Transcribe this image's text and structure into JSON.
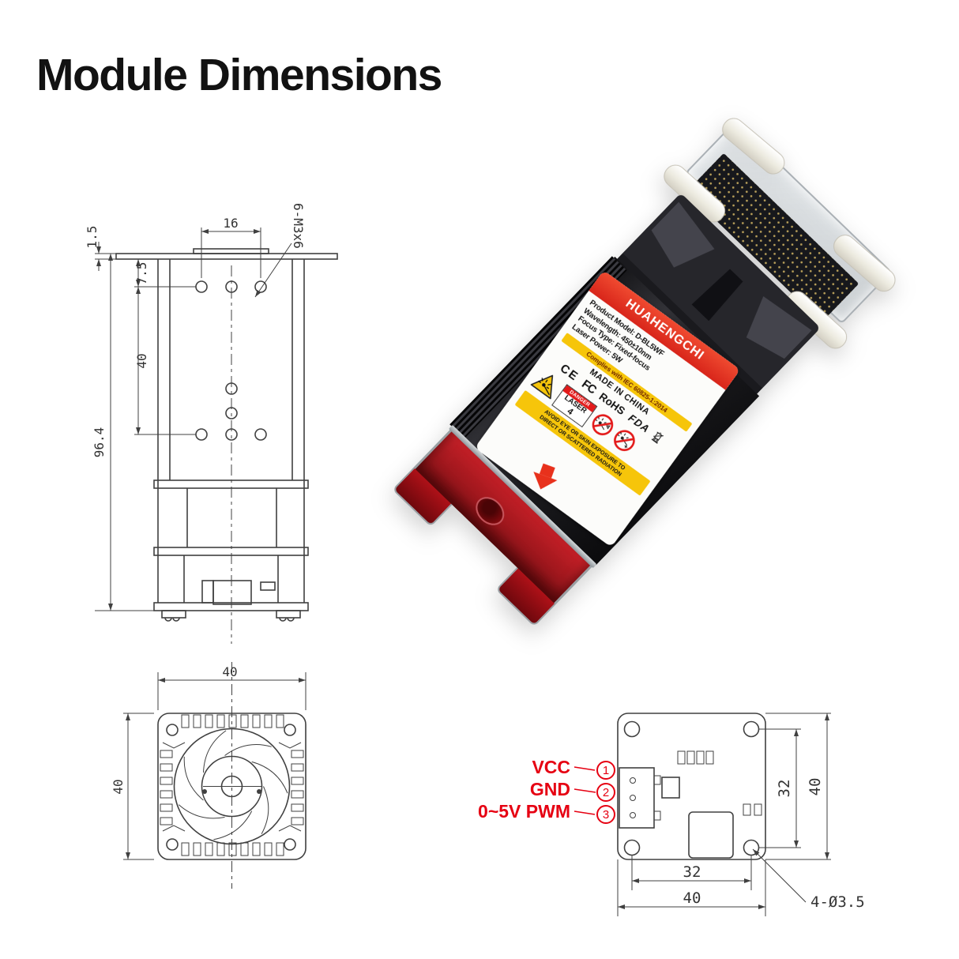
{
  "title": "Module Dimensions",
  "colors": {
    "annotation_red": "#e60012",
    "banner_red": "#e23b27",
    "warn_yellow": "#f6c50a",
    "drawing_line": "#404040"
  },
  "front_view": {
    "dim_top_span": "16",
    "dim_holes": "6-M3x6",
    "dim_flange": "1.5",
    "dim_hole_offset": "7.5",
    "dim_hole_span": "40",
    "dim_total_height": "96.4"
  },
  "fan_view": {
    "dim_width": "40",
    "dim_height": "40"
  },
  "pcb_view": {
    "pins": [
      {
        "name": "VCC",
        "num": "1"
      },
      {
        "name": "GND",
        "num": "2"
      },
      {
        "name": "0~5V PWM",
        "num": "3"
      }
    ],
    "dim_hole_span_v": "32",
    "dim_height": "40",
    "dim_hole_span_h": "32",
    "dim_width": "40",
    "dim_holes": "4-Ø3.5"
  },
  "product_label": {
    "brand": "HUAHENGCHI",
    "lines": [
      "Product Model: D-BL5WF",
      "Wavelength: 450±10nm",
      "Focus Type: Fixed-focus",
      "Laser Power: 5W"
    ],
    "compliance": "Complies with IEC 60825-1:2014",
    "origin": "MADE IN CHINA",
    "marks": [
      "CE",
      "FC",
      "RoHS",
      "FDA"
    ],
    "danger": "DANGER",
    "laser_class": [
      "LASER",
      "4"
    ],
    "warning": [
      "AVOID EYE OR SKIN EXPOSURE TO",
      "DIRECT OR SCATTERED RADIATION"
    ]
  }
}
